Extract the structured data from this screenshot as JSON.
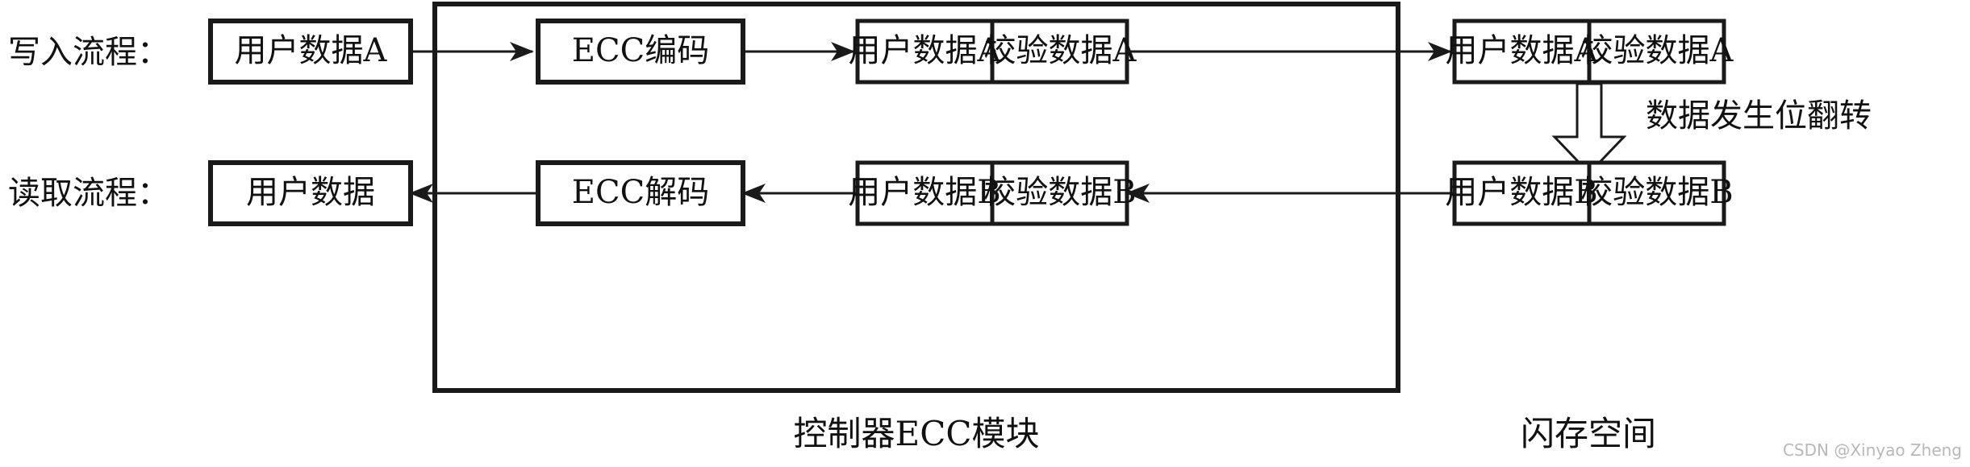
{
  "diagram": {
    "title_hidden": "",
    "rows": {
      "write": {
        "label": "写入流程：",
        "user_data_box": "用户数据A",
        "ecc_box": "ECC编码",
        "codeword_user": "用户数据A",
        "codeword_parity": "校验数据A",
        "flash_user": "用户数据A",
        "flash_parity": "校验数据A"
      },
      "read": {
        "label": "读取流程：",
        "user_data_box": "用户数据",
        "ecc_box": "ECC解码",
        "codeword_user": "用户数据B",
        "codeword_parity": "校验数据B",
        "flash_user": "用户数据B",
        "flash_parity": "校验数据B"
      }
    },
    "annotations": {
      "bit_flip": "数据发生位翻转"
    },
    "captions": {
      "controller": "控制器ECC模块",
      "flash": "闪存空间"
    },
    "watermark": "CSDN @Xinyao Zheng",
    "colors": {
      "stroke": "#1a1a1a",
      "fill": "#ffffff",
      "watermark": "#b8b8b8",
      "background": "#ffffff"
    }
  }
}
